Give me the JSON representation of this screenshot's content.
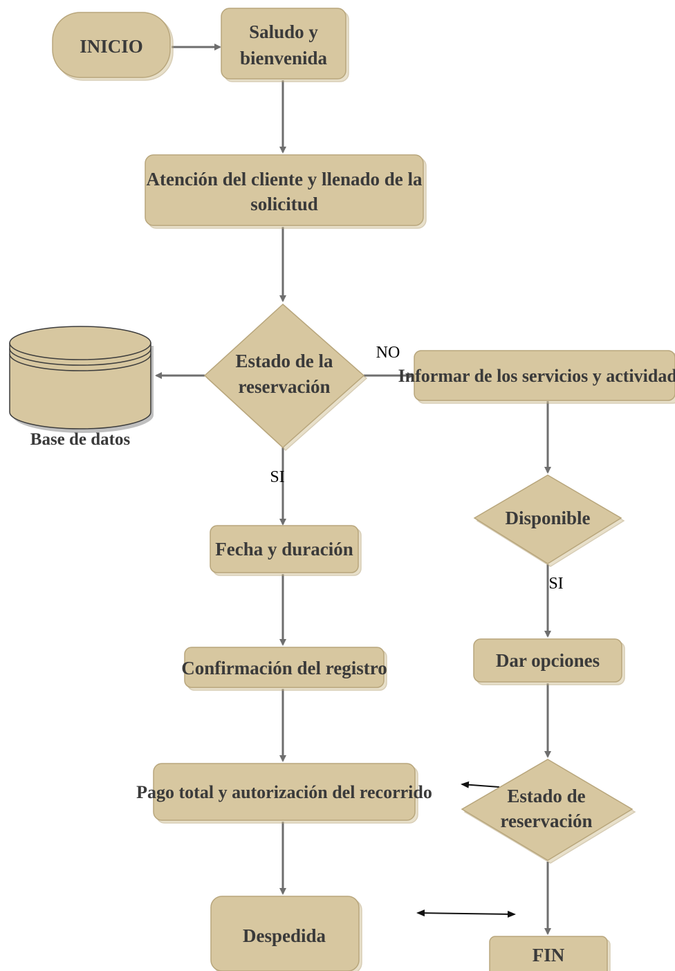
{
  "nodes": {
    "inicio": "INICIO",
    "saludo": [
      "Saludo y",
      "bienvenida"
    ],
    "atencion": [
      "Atención del cliente y llenado de la",
      "solicitud"
    ],
    "estado_reservacion": [
      "Estado de la",
      "reservación"
    ],
    "informar": "Informar de los servicios y actividades",
    "base_datos": "Base de datos",
    "fecha": "Fecha y duración",
    "confirmacion": "Confirmación del registro",
    "pago": "Pago total y autorización del recorrido",
    "despedida": "Despedida",
    "disponible": "Disponible",
    "dar_opciones": "Dar opciones",
    "estado_de_reservacion": [
      "Estado de",
      "reservación"
    ],
    "fin": "FIN"
  },
  "branches": {
    "no": "NO",
    "si_left": "SI",
    "si_right": "SI"
  },
  "colors": {
    "node_fill": "#d7c7a0",
    "node_text": "#3a3a3a",
    "connector": "#6e6e6e"
  }
}
